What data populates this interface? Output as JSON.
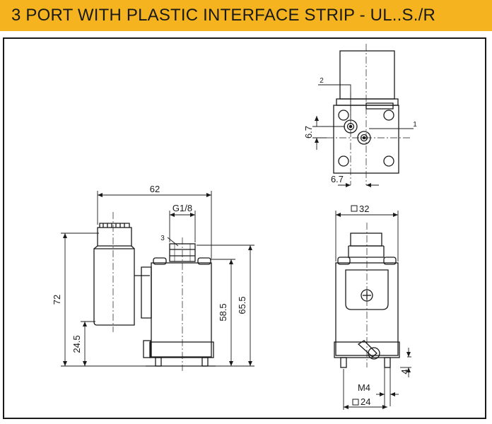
{
  "header": {
    "title": "3 PORT WITH PLASTIC INTERFACE STRIP - UL..S./R",
    "background": "#f5b41f"
  },
  "side_view": {
    "dim_62": "62",
    "dim_g18": "G1/8",
    "port_3": "3",
    "dim_72": "72",
    "dim_24_5": "24.5",
    "dim_58_5": "58.5",
    "dim_65_5": "65.5"
  },
  "top_view": {
    "port_2": "2",
    "port_1": "1",
    "dim_6_7_v": "6.7",
    "dim_6_7_h": "6.7"
  },
  "front_view": {
    "dim_32": "32",
    "dim_4": "4",
    "dim_m4": "M4",
    "dim_24": "24"
  }
}
